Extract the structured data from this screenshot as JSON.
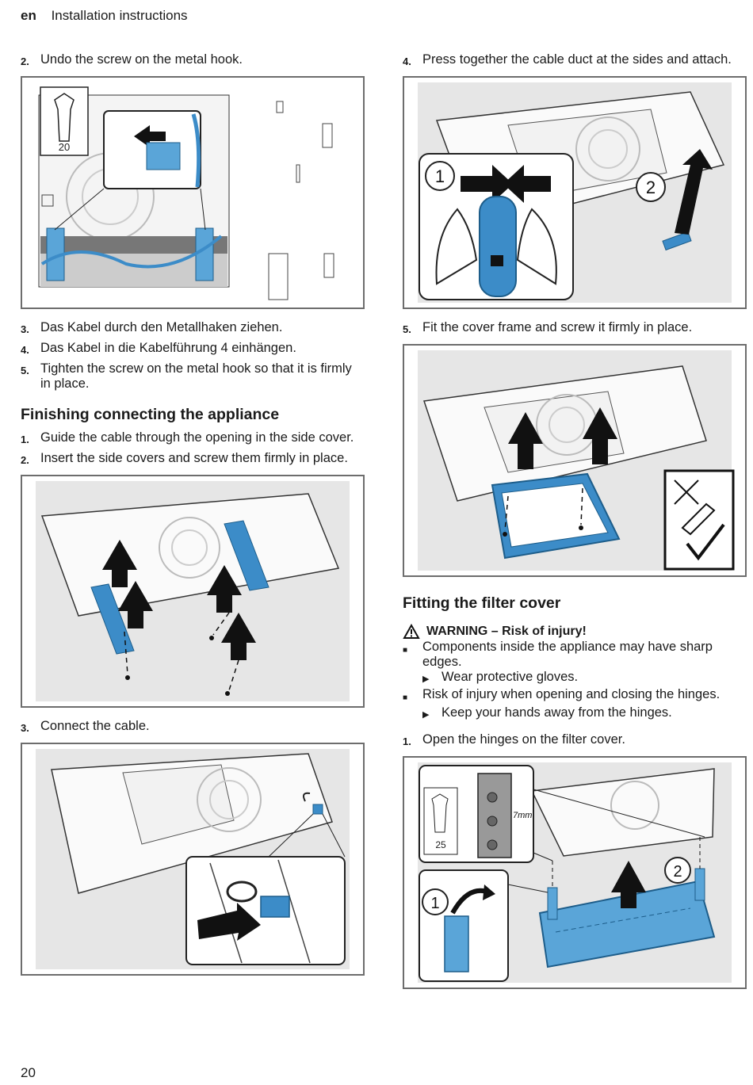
{
  "header": {
    "lang": "en",
    "title": "Installation instructions"
  },
  "left": {
    "step_a": {
      "num": "2.",
      "text": "Undo the screw on the metal hook."
    },
    "fig1_torx_label": "20",
    "steps_b": [
      {
        "num": "3.",
        "text": "Das Kabel durch den Metallhaken ziehen."
      },
      {
        "num": "4.",
        "text": "Das Kabel in die Kabelführung 4 einhängen."
      },
      {
        "num": "5.",
        "text": "Tighten the screw on the metal hook so that it is firmly in place."
      }
    ],
    "section_title": "Finishing connecting the appliance",
    "steps_c": [
      {
        "num": "1.",
        "text": "Guide the cable through the opening in the side cover."
      },
      {
        "num": "2.",
        "text": "Insert the side covers and screw them firmly in place."
      }
    ],
    "step_d": {
      "num": "3.",
      "text": "Connect the cable."
    }
  },
  "right": {
    "step_a": {
      "num": "4.",
      "text": "Press together the cable duct at the sides and attach."
    },
    "fig_callouts": {
      "one": "1",
      "two": "2"
    },
    "step_b": {
      "num": "5.",
      "text": "Fit the cover frame and screw it firmly in place."
    },
    "section_title": "Fitting the filter cover",
    "warning_title": "WARNING – Risk of injury!",
    "bullets": [
      {
        "text": "Components inside the appliance may have sharp edges.",
        "sub": "Wear protective gloves."
      },
      {
        "text": "Risk of injury when opening and closing the hinges.",
        "sub": "Keep your hands away from the hinges."
      }
    ],
    "step_c": {
      "num": "1.",
      "text": "Open the hinges on the filter cover."
    },
    "fig_last": {
      "torx_label": "25",
      "dim_label": "7mm",
      "one": "1",
      "two": "2"
    }
  },
  "page_number": "20"
}
